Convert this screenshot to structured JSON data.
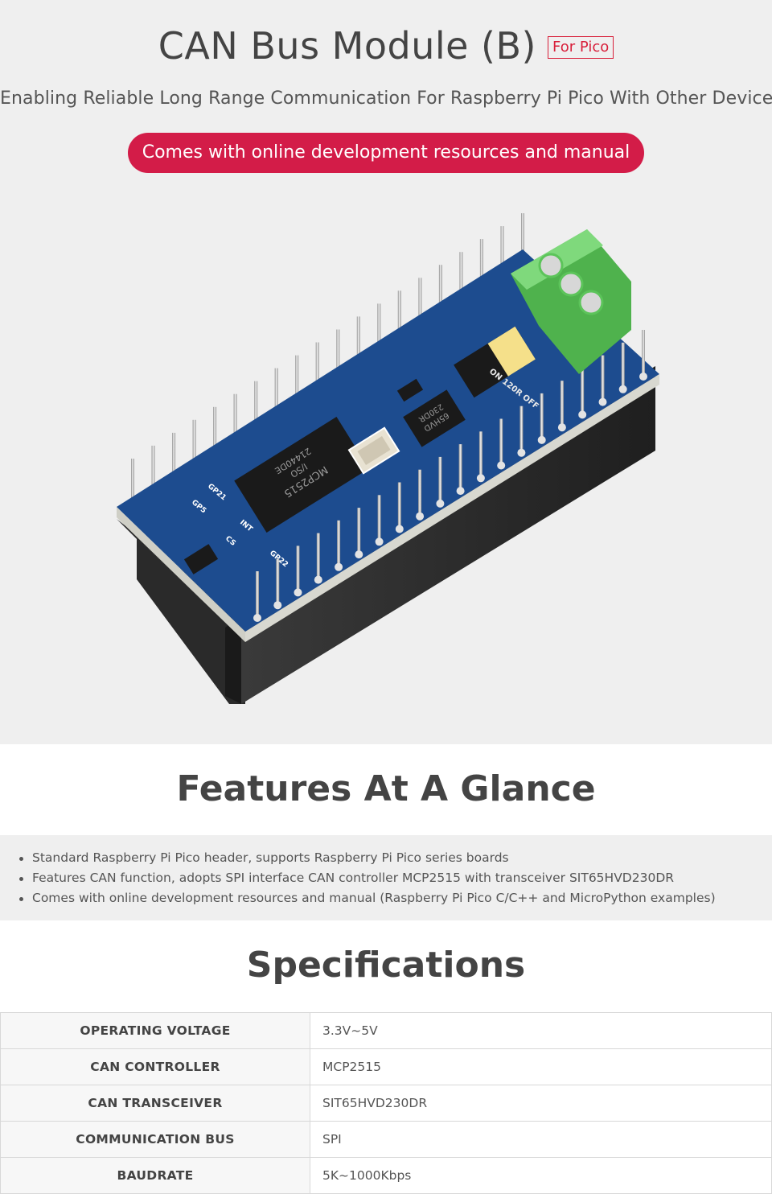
{
  "hero": {
    "title": "CAN Bus Module (B)",
    "badge": "For Pico",
    "subtitle": "Enabling Reliable Long Range Communication For Raspberry Pi Pico With Other Devices",
    "pill": "Comes with online development resources and manual"
  },
  "board": {
    "chip_main": "MCP2515",
    "chip_main_line2": "I/SO",
    "chip_main_line3": "21440DE",
    "chip_transceiver": "65HVD",
    "chip_transceiver_line2": "230DR",
    "jumper_label": "ON 120R OFF",
    "pin_labels": [
      "GP21",
      "GP5",
      "CS",
      "INT",
      "GP22"
    ],
    "colors": {
      "pcb": "#1d4c8f",
      "terminal": "#5cc45a",
      "header": "#2f2f2f",
      "pill": "#d31c48"
    }
  },
  "features": {
    "title": "Features At A Glance",
    "items": [
      "Standard Raspberry Pi Pico header, supports Raspberry Pi Pico series boards",
      "Features CAN function, adopts SPI interface CAN controller MCP2515 with transceiver SIT65HVD230DR",
      "Comes with online development resources and manual (Raspberry Pi Pico C/C++ and MicroPython examples)"
    ]
  },
  "specs": {
    "title": "Specifications",
    "rows": [
      {
        "key": "OPERATING VOLTAGE",
        "value": "3.3V~5V"
      },
      {
        "key": "CAN CONTROLLER",
        "value": "MCP2515"
      },
      {
        "key": "CAN TRANSCEIVER",
        "value": "SIT65HVD230DR"
      },
      {
        "key": "COMMUNICATION BUS",
        "value": "SPI"
      },
      {
        "key": "BAUDRATE",
        "value": "5K~1000Kbps"
      }
    ]
  }
}
